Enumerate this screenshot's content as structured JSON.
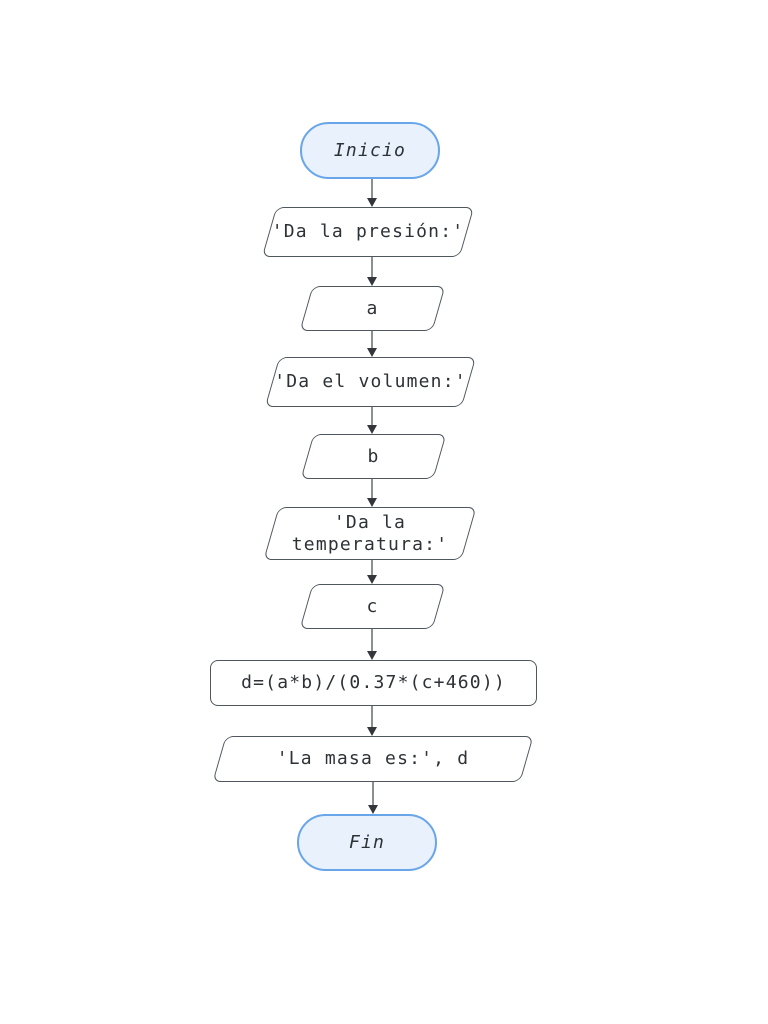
{
  "flowchart": {
    "nodes": [
      {
        "id": "inicio",
        "type": "terminal",
        "label": "Inicio"
      },
      {
        "id": "output-presion",
        "type": "io",
        "label": "'Da la presión:'"
      },
      {
        "id": "input-a",
        "type": "io",
        "label": "a"
      },
      {
        "id": "output-volumen",
        "type": "io",
        "label": "'Da el volumen:'"
      },
      {
        "id": "input-b",
        "type": "io",
        "label": "b"
      },
      {
        "id": "output-temperatura",
        "type": "io",
        "label": "'Da la temperatura:'",
        "label_lines": [
          "'Da la",
          "temperatura:'"
        ]
      },
      {
        "id": "input-c",
        "type": "io",
        "label": "c"
      },
      {
        "id": "process-d",
        "type": "process",
        "label": "d=(a*b)/(0.37*(c+460))"
      },
      {
        "id": "output-masa",
        "type": "io",
        "label": "'La masa es:', d"
      },
      {
        "id": "fin",
        "type": "terminal",
        "label": "Fin"
      }
    ],
    "edges": [
      {
        "from": "inicio",
        "to": "output-presion"
      },
      {
        "from": "output-presion",
        "to": "input-a"
      },
      {
        "from": "input-a",
        "to": "output-volumen"
      },
      {
        "from": "output-volumen",
        "to": "input-b"
      },
      {
        "from": "input-b",
        "to": "output-temperatura"
      },
      {
        "from": "output-temperatura",
        "to": "input-c"
      },
      {
        "from": "input-c",
        "to": "process-d"
      },
      {
        "from": "process-d",
        "to": "output-masa"
      },
      {
        "from": "output-masa",
        "to": "fin"
      }
    ],
    "colors": {
      "terminal_fill": "#e8f1fc",
      "terminal_border": "#69a5e9",
      "shape_fill": "#ffffff",
      "shape_border": "#4e565e",
      "arrow_line": "#8a8f94",
      "arrow_head": "#33373b",
      "text": "#2d3236",
      "page_background": "#ffffff"
    }
  }
}
